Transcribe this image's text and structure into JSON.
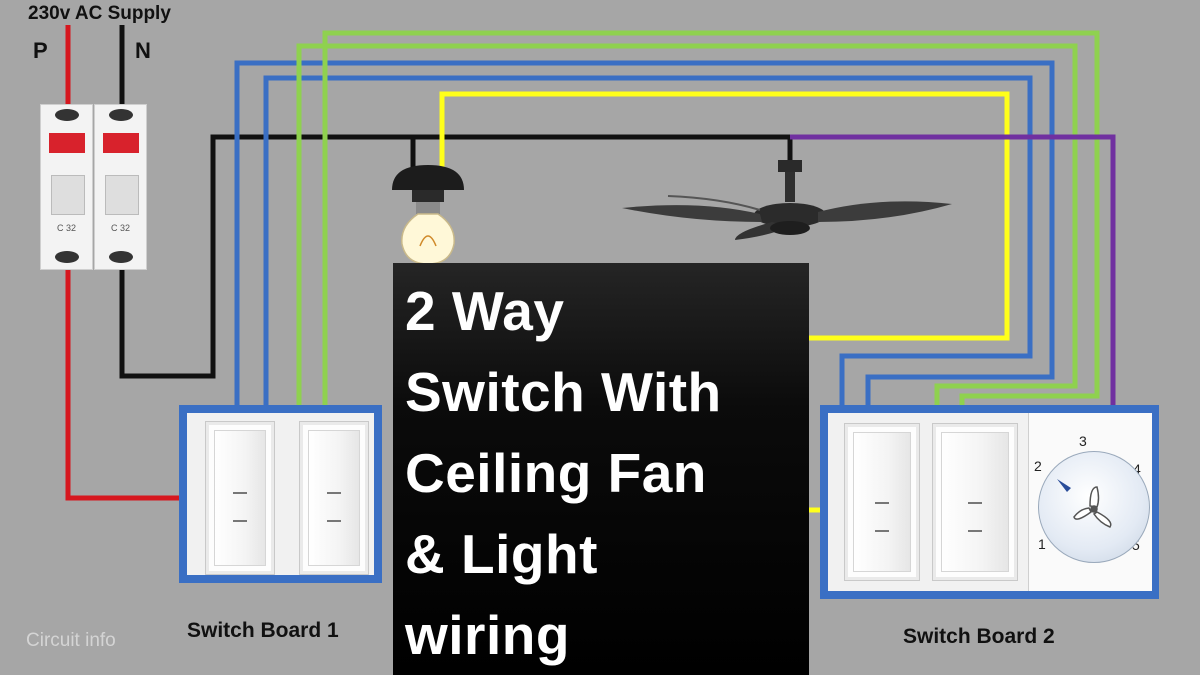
{
  "labels": {
    "supply": "230v AC Supply",
    "phase": "P",
    "neutral": "N",
    "switch_board_1": "Switch Board 1",
    "switch_board_2": "Switch Board 2",
    "watermark": "Circuit info"
  },
  "title": "2 Way\nSwitch With\nCeiling Fan\n& Light\nwiring",
  "mcb": {
    "rating": "C 32"
  },
  "regulator": {
    "positions": [
      "1",
      "2",
      "3",
      "4",
      "5"
    ]
  },
  "colors": {
    "background": "#a6a6a6",
    "phase_wire": "#d6171e",
    "neutral_wire": "#111111",
    "blue_wire": "#3a6fc4",
    "green_wire": "#8fd14f",
    "yellow_wire": "#ffff1a",
    "purple_wire": "#7030a0",
    "board_frame": "#3a6fc4"
  },
  "icons": [
    "mcb-breaker-icon",
    "light-bulb-icon",
    "ceiling-fan-icon",
    "fan-regulator-icon"
  ]
}
